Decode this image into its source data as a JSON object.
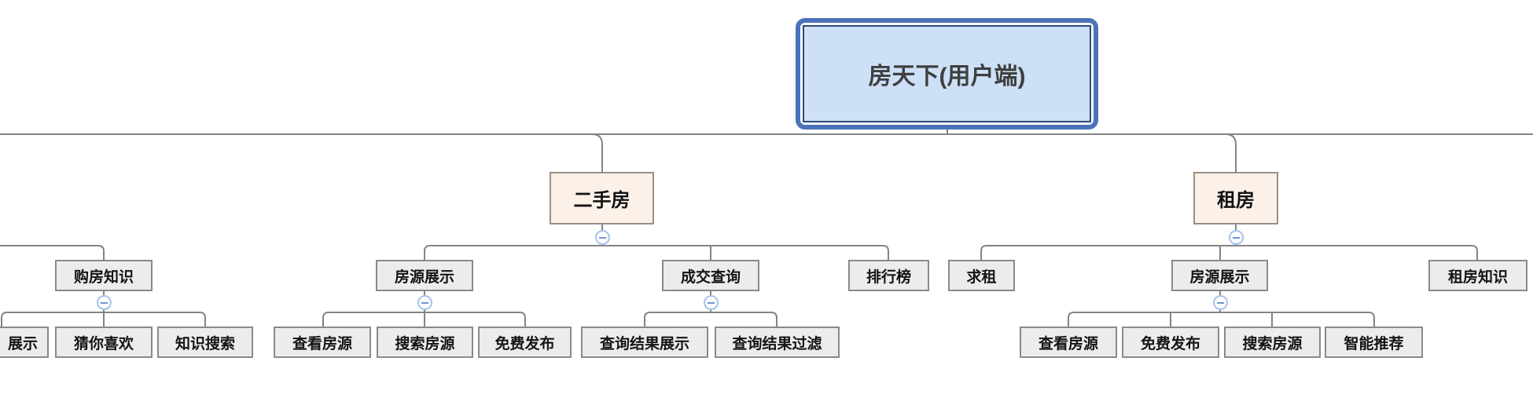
{
  "mindmap": {
    "root": {
      "label": "房天下(用户端)"
    },
    "offscreen_left_branch": {
      "children": [
        {
          "label": "购房知识",
          "children": [
            {
              "label": "展示"
            },
            {
              "label": "猜你喜欢"
            },
            {
              "label": "知识搜索"
            }
          ]
        }
      ]
    },
    "branches": [
      {
        "label": "二手房",
        "children": [
          {
            "label": "房源展示",
            "children": [
              {
                "label": "查看房源"
              },
              {
                "label": "搜索房源"
              },
              {
                "label": "免费发布"
              }
            ]
          },
          {
            "label": "成交查询",
            "children": [
              {
                "label": "查询结果展示"
              },
              {
                "label": "查询结果过滤"
              }
            ]
          },
          {
            "label": "排行榜",
            "children": []
          }
        ]
      },
      {
        "label": "租房",
        "children": [
          {
            "label": "求租",
            "children": []
          },
          {
            "label": "房源展示",
            "children": [
              {
                "label": "查看房源"
              },
              {
                "label": "免费发布"
              },
              {
                "label": "搜索房源"
              },
              {
                "label": "智能推荐"
              }
            ]
          },
          {
            "label": "租房知识",
            "children": []
          }
        ]
      }
    ]
  },
  "icons": {
    "collapse": "minus-circle"
  },
  "colors": {
    "connector_line": "#848484",
    "node_fill": "#ececec",
    "node_border": "#8a8a8a",
    "branch_fill": "#fcf1e8",
    "branch_border": "#9a8f84",
    "root_fill": "#cde0f7",
    "root_outer_border": "#4c73b9",
    "root_inner_border": "#2c4878",
    "collapse_border": "#a9c2e9",
    "collapse_glyph": "#6f96d2"
  }
}
